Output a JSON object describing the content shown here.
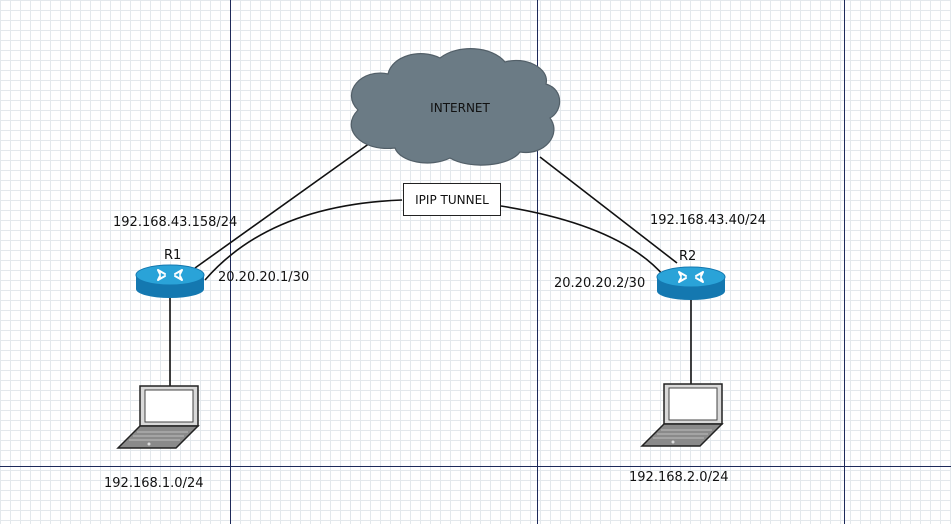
{
  "diagram": {
    "cloud_label": "INTERNET",
    "tunnel_label": "IPIP TUNNEL",
    "routers": {
      "r1": {
        "name": "R1",
        "wan_ip": "192.168.43.158/24",
        "tunnel_ip": "20.20.20.1/30",
        "lan": "192.168.1.0/24"
      },
      "r2": {
        "name": "R2",
        "wan_ip": "192.168.43.40/24",
        "tunnel_ip": "20.20.20.2/30",
        "lan": "192.168.2.0/24"
      }
    },
    "colors": {
      "cloud": "#6b7b85",
      "router_top": "#2aa3d8",
      "router_side": "#1478b0",
      "grid_major": "#1e2a5a"
    },
    "icons": [
      "cloud-icon",
      "router-icon",
      "laptop-icon"
    ]
  }
}
